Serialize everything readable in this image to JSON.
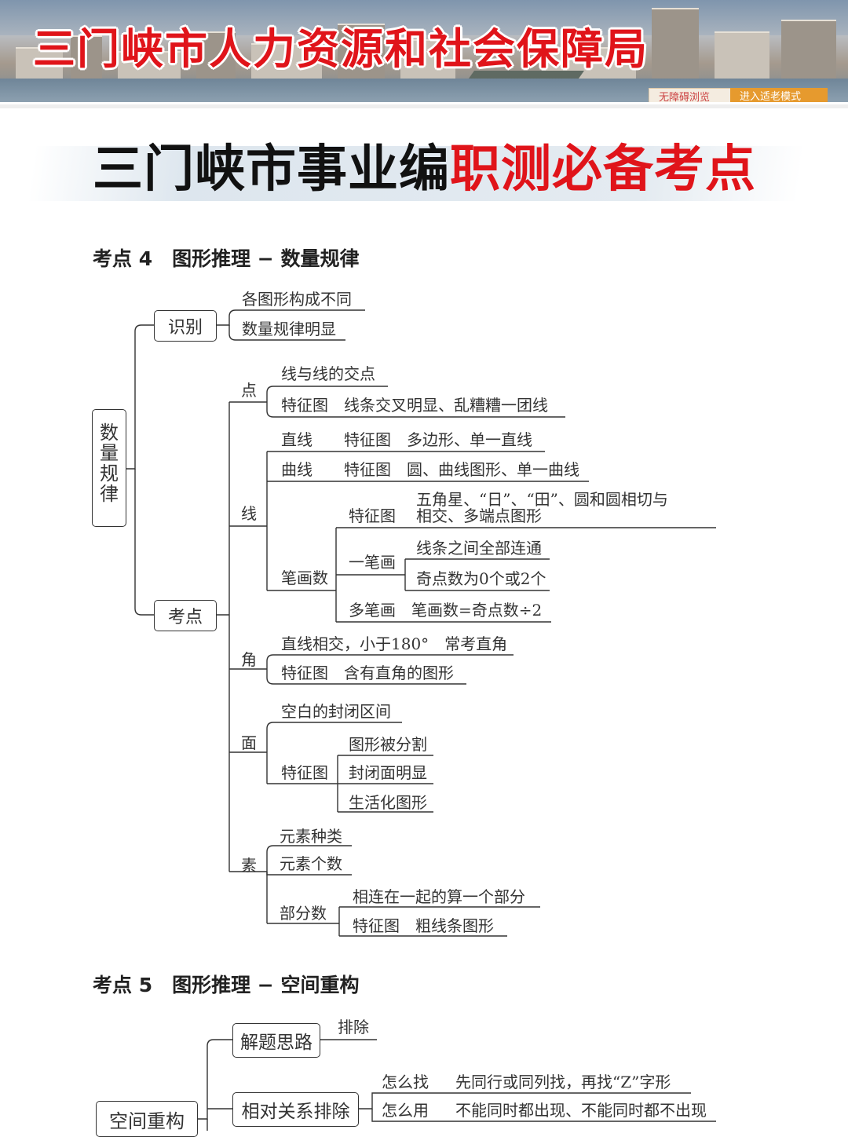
{
  "header": {
    "org_title": "三门峡市人力资源和社会保障局",
    "btn_accessibility": "无障碍浏览",
    "btn_elderly": "进入适老模式"
  },
  "title": {
    "part_black": "三门峡市事业编",
    "part_red": "职测必备考点"
  },
  "section4": {
    "heading": "考点 4　图形推理 − 数量规律",
    "root": [
      "数",
      "量",
      "规",
      "律"
    ],
    "identify": {
      "label": "识别",
      "items": [
        "各图形构成不同",
        "数量规律明显"
      ]
    },
    "kaodian": {
      "label": "考点",
      "point": {
        "label": "点",
        "items": [
          "线与线的交点",
          "特征图　线条交叉明显、乱糟糟一团线"
        ]
      },
      "line": {
        "label": "线",
        "straight": "直线　　特征图　多边形、单一直线",
        "curve": "曲线　　特征图　圆、曲线图形、单一曲线",
        "strokes": {
          "label": "笔画数",
          "feature_label": "特征图",
          "feature_line1": "五角星、“日”、“田”、圆和圆相切与",
          "feature_line2": "相交、多端点图形",
          "one_stroke": {
            "label": "一笔画",
            "items": [
              "线条之间全部连通",
              "奇点数为0个或2个"
            ]
          },
          "multi_stroke": "多笔画　笔画数=奇点数÷2"
        }
      },
      "angle": {
        "label": "角",
        "items": [
          "直线相交，小于180°　常考直角",
          "特征图　含有直角的图形"
        ]
      },
      "face": {
        "label": "面",
        "item1": "空白的封闭区间",
        "feature_label": "特征图",
        "feature_items": [
          "图形被分割",
          "封闭面明显",
          "生活化图形"
        ]
      },
      "element": {
        "label": "素",
        "items": [
          "元素种类",
          "元素个数"
        ],
        "parts": {
          "label": "部分数",
          "items": [
            "相连在一起的算一个部分",
            "特征图　粗线条图形"
          ]
        }
      }
    }
  },
  "section5": {
    "heading": "考点 5　图形推理 − 空间重构",
    "root": "空间重构",
    "approach": {
      "label": "解题思路",
      "item": "排除"
    },
    "relative": {
      "label": "相对关系排除",
      "items": [
        {
          "k": "怎么找",
          "v": "先同行或同列找，再找“Z”字形"
        },
        {
          "k": "怎么用",
          "v": "不能同时都出现、不能同时都不出现"
        }
      ]
    }
  }
}
